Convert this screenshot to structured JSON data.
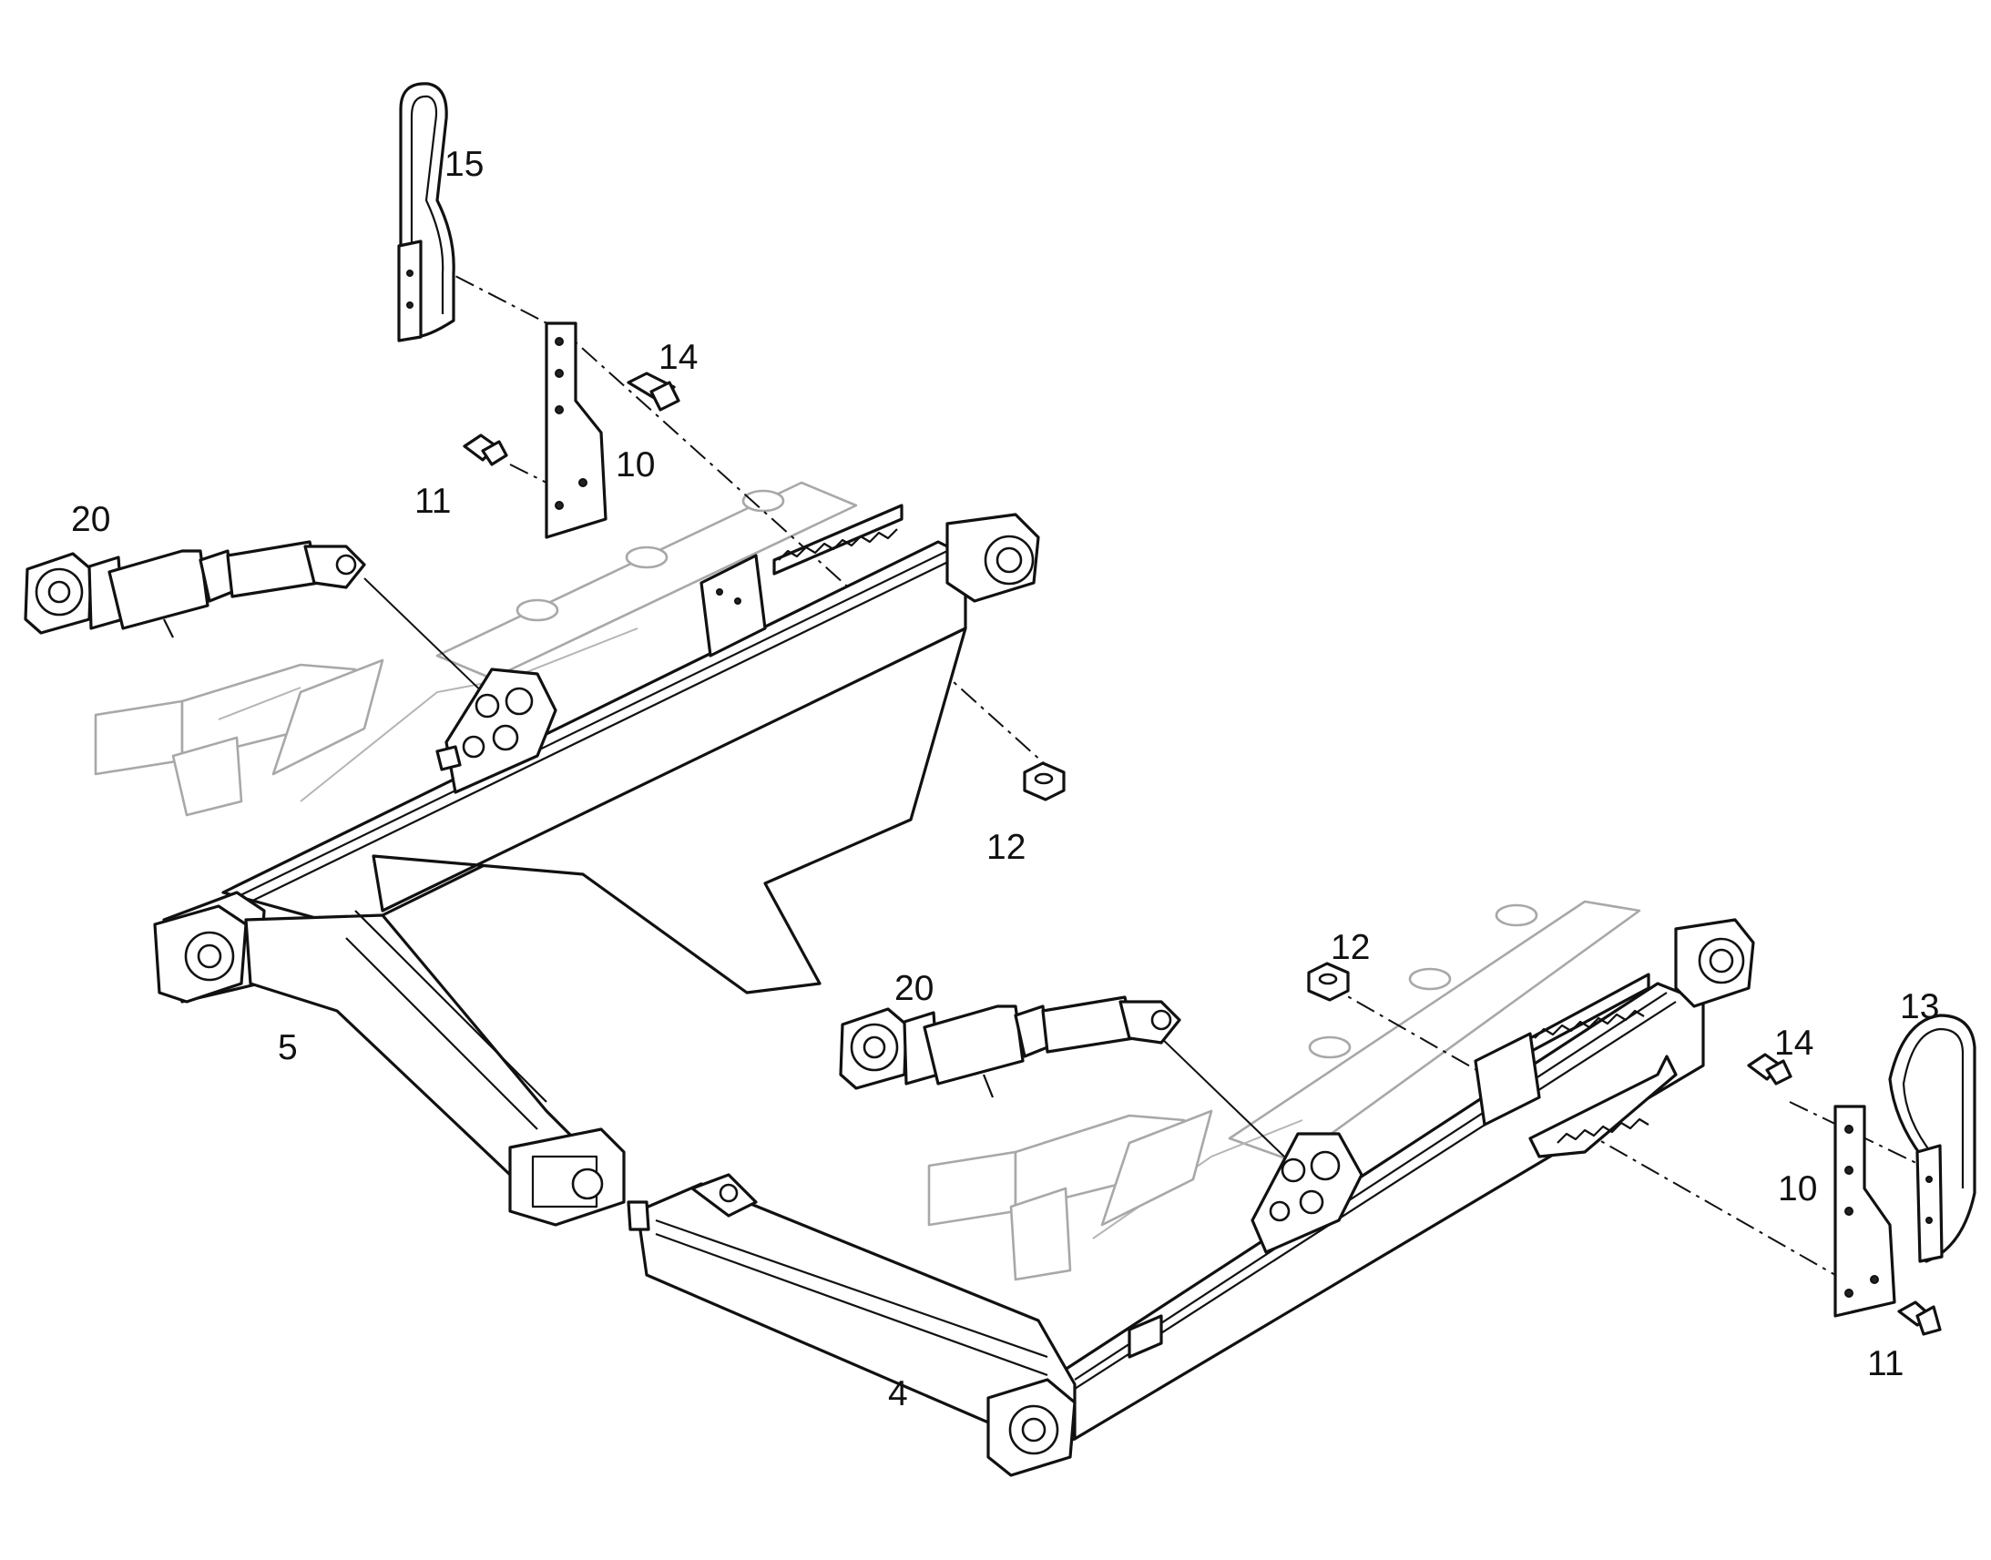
{
  "callouts": {
    "p15": "15",
    "p14_top": "14",
    "p10_top": "10",
    "p11_top": "11",
    "p20_left": "20",
    "p12_top": "12",
    "p5": "5",
    "p12_bottom": "12",
    "p20_right": "20",
    "p13": "13",
    "p14_right": "14",
    "p10_right": "10",
    "p11_right": "11",
    "p4": "4"
  },
  "colors": {
    "line": "#111111",
    "ghost_line": "#a8a8a8",
    "background": "#ffffff"
  }
}
